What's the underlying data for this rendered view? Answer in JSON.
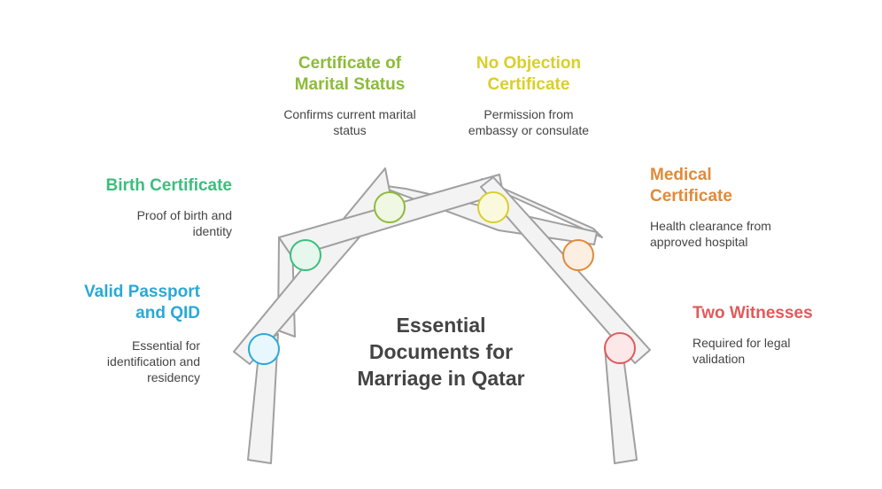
{
  "center": {
    "title_line1": "Essential",
    "title_line2": "Documents for",
    "title_line3": "Marriage in Qatar"
  },
  "documents": [
    {
      "title_line1": "Valid Passport",
      "title_line2": "and QID",
      "desc_line1": "Essential for",
      "desc_line2": "identification and",
      "desc_line3": "residency",
      "color": "#29a9d6",
      "fill": "#e8f7fd"
    },
    {
      "title_line1": "Birth Certificate",
      "desc_line1": "Proof of birth and",
      "desc_line2": "identity",
      "color": "#3dbd7d",
      "fill": "#e6f7ee"
    },
    {
      "title_line1": "Certificate of",
      "title_line2": "Marital Status",
      "desc_line1": "Confirms current marital",
      "desc_line2": "status",
      "color": "#8dbb3a",
      "fill": "#f0f7e2"
    },
    {
      "title_line1": "No Objection",
      "title_line2": "Certificate",
      "desc_line1": "Permission from",
      "desc_line2": "embassy or consulate",
      "color": "#d9cf2a",
      "fill": "#fbf9dd"
    },
    {
      "title_line1": "Medical",
      "title_line2": "Certificate",
      "desc_line1": "Health clearance from",
      "desc_line2": "approved hospital",
      "color": "#e08a3a",
      "fill": "#fcefe2"
    },
    {
      "title_line1": "Two Witnesses",
      "desc_line1": "Required for legal",
      "desc_line2": "validation",
      "color": "#e05a5a",
      "fill": "#fce8e8"
    }
  ]
}
